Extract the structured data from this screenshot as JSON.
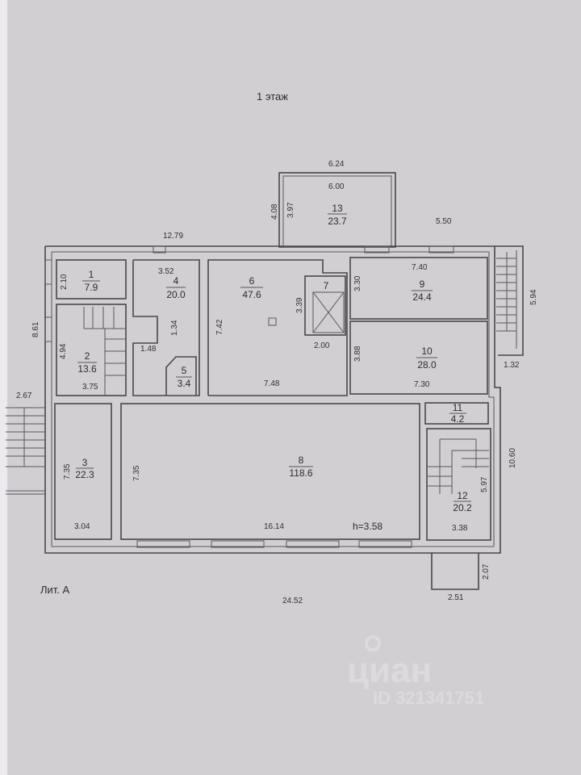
{
  "title": "1 этаж",
  "litera": "Лит. А",
  "ceiling_height": "h=3.58",
  "rooms": [
    {
      "no": "1",
      "area": "7.9"
    },
    {
      "no": "2",
      "area": "13.6"
    },
    {
      "no": "3",
      "area": "22.3"
    },
    {
      "no": "4",
      "area": "20.0"
    },
    {
      "no": "5",
      "area": "3.4"
    },
    {
      "no": "6",
      "area": "47.6"
    },
    {
      "no": "7",
      "area": ""
    },
    {
      "no": "8",
      "area": "118.6"
    },
    {
      "no": "9",
      "area": "24.4"
    },
    {
      "no": "10",
      "area": "28.0"
    },
    {
      "no": "11",
      "area": "4.2"
    },
    {
      "no": "12",
      "area": "20.2"
    },
    {
      "no": "13",
      "area": "23.7"
    }
  ],
  "dimensions": {
    "d624": "6.24",
    "d600": "6.00",
    "d408": "4.08",
    "d397": "3.97",
    "d550": "5.50",
    "d1279": "12.79",
    "d352": "3.52",
    "d210": "2.10",
    "d861": "8.61",
    "d494": "4.94",
    "d148": "1.48",
    "d134": "1.34",
    "d375": "3.75",
    "d742": "7.42",
    "d339": "3.39",
    "d200": "2.00",
    "d748": "7.48",
    "d740": "7.40",
    "d330": "3.30",
    "d388": "3.88",
    "d730": "7.30",
    "d594": "5.94",
    "d132": "1.32",
    "d267": "2.67",
    "d735a": "7.35",
    "d735b": "7.35",
    "d304": "3.04",
    "d1614": "16.14",
    "d1060": "10.60",
    "d597": "5.97",
    "d338": "3.38",
    "d207": "2.07",
    "d251": "2.51",
    "d2452": "24.52"
  },
  "watermark": {
    "brand": "циан",
    "id": "ID 321341751"
  }
}
